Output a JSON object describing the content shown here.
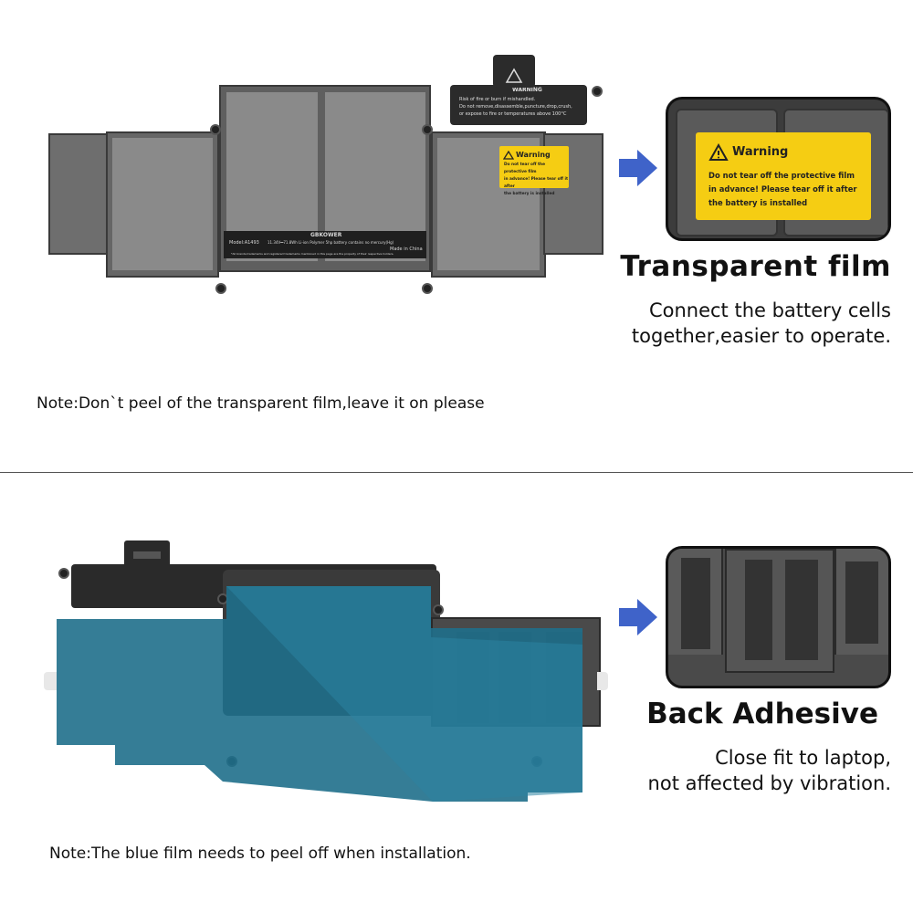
{
  "section_top": {
    "battery_label": {
      "brand": "GBKOWER",
      "model": "Model:A1493",
      "spec": "11.34V⎓71.8Wh Li-ion Polymer 5hp battery contains no mercury(Hg)",
      "origin": "Made in China",
      "footer": "*All brands,trademarks and registered trademarks mentioned in this page are the property of their respective holders."
    },
    "warning_flap": {
      "title": "WARNING",
      "line1": "Risk of fire or burn if mishandled.",
      "line2": "Do not remove,disassemble,puncture,drop,crush,",
      "line3": "or expose to fire or temperatures above 100°C"
    },
    "warning_sticker": {
      "title": "Warning",
      "body": "Do not tear off the protective film\nin advance! Please tear off it after\nthe battery is installed"
    },
    "heading": "Transparent film",
    "subtext_line1": "Connect the battery cells",
    "subtext_line2": "together,easier to operate.",
    "note": "Note:Don`t peel of the transparent film,leave it on please"
  },
  "section_bottom": {
    "heading": "Back Adhesive",
    "subtext_line1": "Close fit to laptop,",
    "subtext_line2": "not affected by vibration.",
    "note": "Note:The blue film needs to peel off when installation."
  },
  "colors": {
    "cell_gray": "#6e6e6e",
    "sticker_yellow": "#f5cd13",
    "arrow_blue": "#3f63c9",
    "film_blue": "#1f6f8b"
  }
}
